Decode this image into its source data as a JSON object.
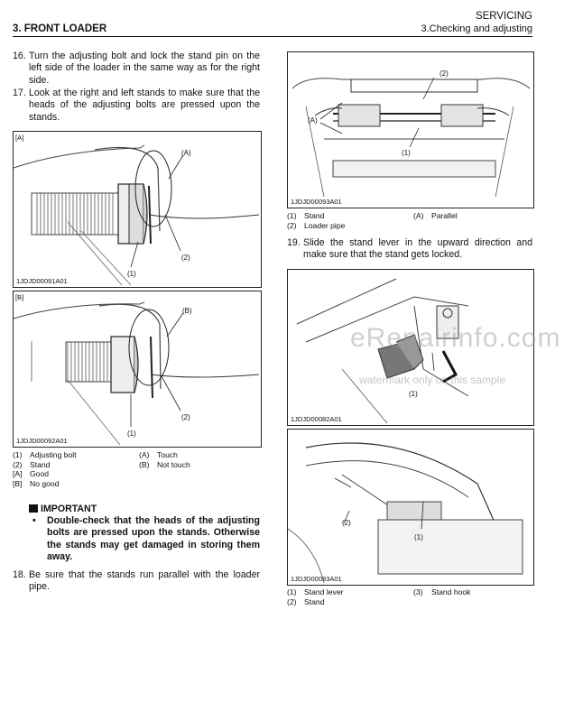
{
  "header": {
    "section_left": "3. FRONT LOADER",
    "section_right_title": "SERVICING",
    "section_right_sub": "3.Checking and adjusting"
  },
  "steps": {
    "s16": {
      "num": "16.",
      "text": "Turn the adjusting bolt and lock the stand pin on the left side of the loader in the same way as for the right side."
    },
    "s17": {
      "num": "17.",
      "text": "Look at the right and left stands to make sure that the heads of the adjusting bolts are pressed upon the stands."
    },
    "s18": {
      "num": "18.",
      "text": "Be sure that the stands run parallel with the loader pipe."
    },
    "s19": {
      "num": "19.",
      "text": "Slide the stand lever in the upward direction and make sure that the stand gets locked."
    }
  },
  "figures": {
    "figA": {
      "tag": "[A]",
      "code": "1JDJD00091A01",
      "labels": {
        "a": "(A)",
        "n1": "(1)",
        "n2": "(2)"
      }
    },
    "figB": {
      "tag": "[B]",
      "code": "1JDJD00092A01",
      "labels": {
        "b": "(B)",
        "n1": "(1)",
        "n2": "(2)"
      }
    },
    "fig93": {
      "code": "1JDJD00093A01",
      "labels": {
        "a": "(A)",
        "n1": "(1)",
        "n2": "(2)"
      }
    },
    "fig82": {
      "code": "1JDJD00082A01",
      "labels": {
        "n1": "(1)"
      }
    },
    "fig83": {
      "code": "1JDJD00083A01",
      "labels": {
        "n1": "(1)",
        "n2": "(2)"
      }
    }
  },
  "legend_left": [
    {
      "k1": "(1)",
      "v1": "Adjusting bolt",
      "k2": "(A)",
      "v2": "Touch"
    },
    {
      "k1": "(2)",
      "v1": "Stand",
      "k2": "(B)",
      "v2": "Not touch"
    },
    {
      "k1": "[A]",
      "v1": "Good",
      "k2": "",
      "v2": ""
    },
    {
      "k1": "[B]",
      "v1": "No good",
      "k2": "",
      "v2": ""
    }
  ],
  "legend_right1": [
    {
      "k1": "(1)",
      "v1": "Stand",
      "k2": "(A)",
      "v2": "Parallel"
    },
    {
      "k1": "(2)",
      "v1": "Loader pipe",
      "k2": "",
      "v2": ""
    }
  ],
  "legend_right2": [
    {
      "k1": "(1)",
      "v1": "Stand lever",
      "k2": "(3)",
      "v2": "Stand hook"
    },
    {
      "k1": "(2)",
      "v1": "Stand",
      "k2": "",
      "v2": ""
    }
  ],
  "important": {
    "title": "IMPORTANT",
    "bullet": "•",
    "text": "Double-check that the heads of the adjusting bolts are pressed upon the stands. Otherwise the stands may get damaged in storing them away."
  },
  "watermark": {
    "big": "eRepairinfo.com",
    "small": "watermark only on this sample"
  }
}
